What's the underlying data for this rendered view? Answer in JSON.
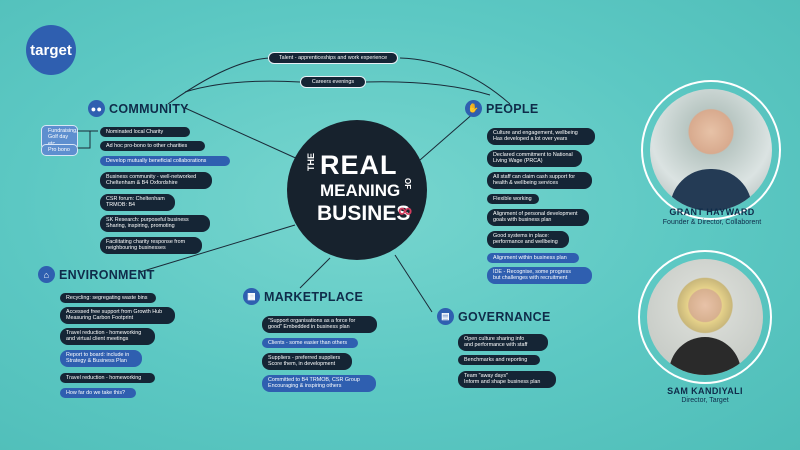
{
  "logo": {
    "text": "target"
  },
  "top_bubbles": [
    "Talent - apprenticeships and work experience",
    "Careers evenings"
  ],
  "center": {
    "the": "THE",
    "real": "REAL",
    "meaning": "MEANING",
    "of": "OF",
    "business": "BUSINES"
  },
  "community": {
    "title": "COMMUNITY",
    "side_notes": [
      "Fundraising, Golf day etc",
      "Pro bono"
    ],
    "items": [
      "Nominated local Charity",
      "Ad hoc pro-bono to other charities",
      "Develop mutually beneficial collaborations",
      "Business community - well-networked\nCheltenham & B4 Oxfordshire",
      "CSR forum: Cheltenham\nTRMOB: B4",
      "SK Research: purposeful business\nSharing, inspiring, promoting",
      "Facilitating charity response from\nneighbouring businesses"
    ]
  },
  "environment": {
    "title": "ENVIRONMENT",
    "items": [
      "Recycling: segregating waste bins",
      "Accessed free support from Growth Hub\nMeasuring Carbon Footprint",
      "Travel reduction - homeworking\nand virtual client meetings",
      "Report to board: include in\nStrategy & Business Plan",
      "Travel reduction - homeworking",
      "How far do we take this?"
    ]
  },
  "marketplace": {
    "title": "MARKETPLACE",
    "items": [
      "\"Support organisations as a force for\ngood\" Embedded in business plan",
      "Clients - some easier than others",
      "Suppliers - preferred suppliers\nScore them, in development",
      "Committed to B4 TRMOB, CSR Group\nEncouraging & inspiring others"
    ]
  },
  "people": {
    "title": "PEOPLE",
    "items": [
      "Culture and engagement, wellbeing\nHas developed a lot over years",
      "Declared commitment to National\nLiving Wage (PRCA)",
      "All staff can claim cash support for\nhealth & wellbeing services",
      "Flexible working",
      "Alignment of personal development\ngoals with business plan",
      "Good systems in place:\nperformance and wellbeing",
      "Alignment within business plan",
      "IDE - Recognise, some progress\nbut challenges with recruitment"
    ]
  },
  "governance": {
    "title": "GOVERNANCE",
    "items": [
      "Open culture sharing info\nand performance with staff",
      "Benchmarks and reporting",
      "Team \"away days\"\nInform and shape business plan"
    ]
  },
  "speakers": [
    {
      "name": "GRANT HAYWARD",
      "role": "Founder & Director, Collaborent"
    },
    {
      "name": "SAM KANDIYALI",
      "role": "Director, Target"
    }
  ],
  "colors": {
    "background": "#5cc8c3",
    "navy": "#152535",
    "blue": "#2f5fb0",
    "accent": "#d23c5e"
  }
}
